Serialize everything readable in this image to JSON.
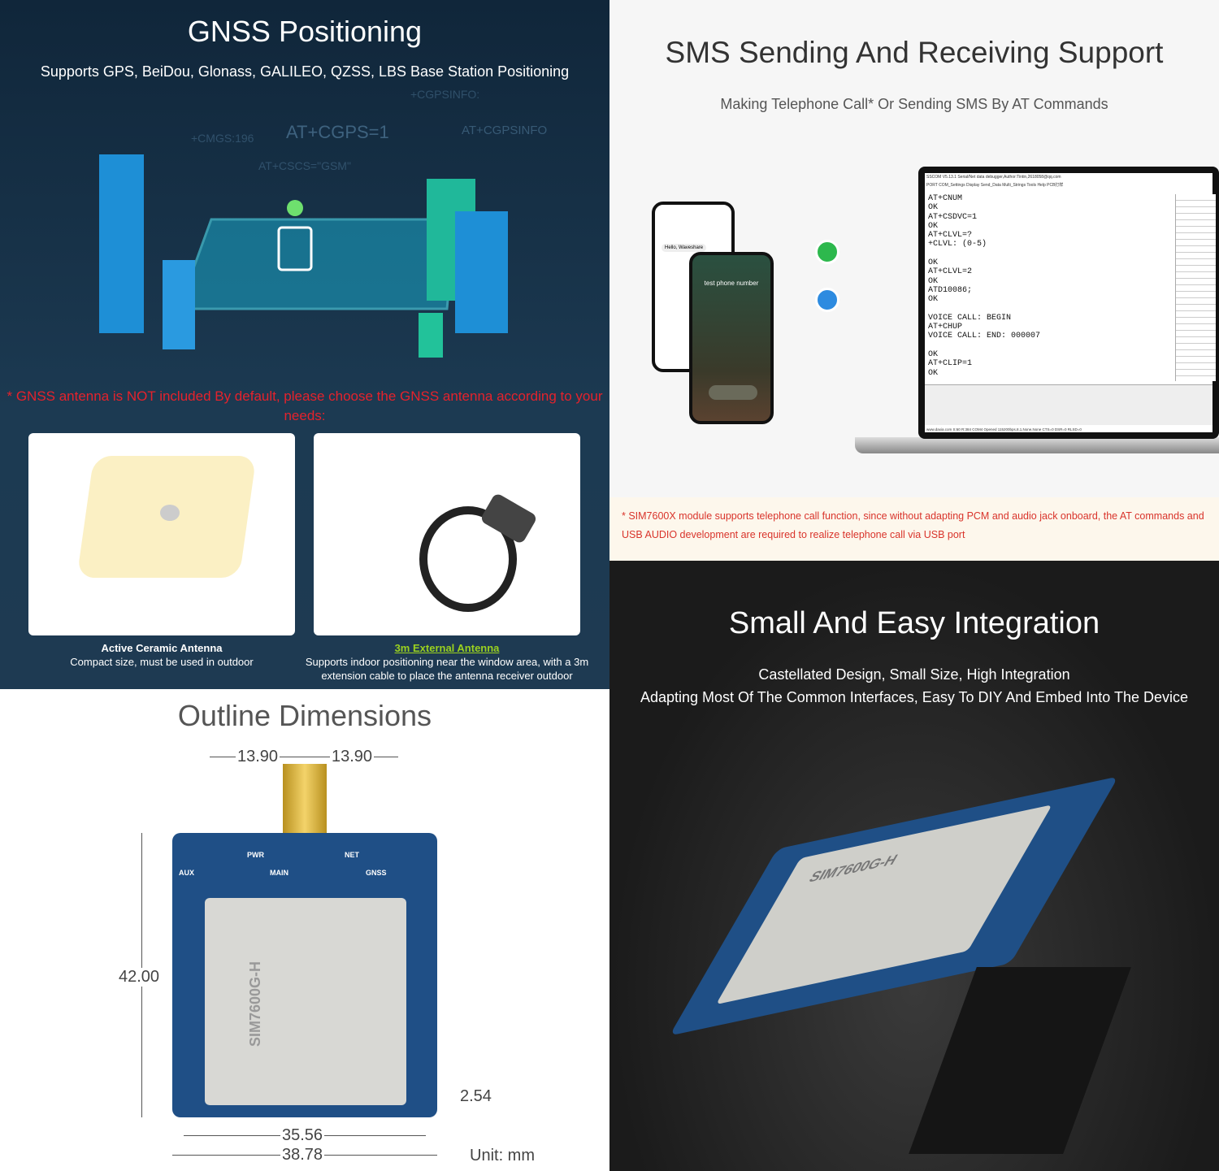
{
  "gnss": {
    "title": "GNSS Positioning",
    "subtitle": "Supports GPS, BeiDou, Glonass, GALILEO, QZSS, LBS Base Station Positioning",
    "bg_commands": [
      "AT+CGPS=1",
      "AT+CGPSINFO",
      "+CMGS:196",
      "AT+CSCS=\"GSM\"",
      "+CGPSINFO:"
    ],
    "warning": "* GNSS antenna is NOT included By default, please choose the GNSS antenna according to your needs:",
    "antennas": [
      {
        "name": "Active Ceramic Antenna",
        "desc": "Compact size, must be used in outdoor"
      },
      {
        "name": "3m External Antenna",
        "desc": "Supports indoor positioning near the window area, with a 3m extension cable to place the antenna receiver outdoor"
      }
    ],
    "accent": "#e5222c",
    "link_color": "#9bd21f"
  },
  "sms": {
    "title": "SMS Sending And Receiving Support",
    "subtitle": "Making Telephone Call* Or Sending SMS By AT Commands",
    "phone_text": "test phone number",
    "message_text": "Hello, Waveshare",
    "terminal_title": "SSCOM V5.13.1 Serial/Net data debugger,Author:Tintin,2618058@qq.com",
    "terminal_menu": "PORT  COM_Settings  Display  Send_Data  Multi_Strings  Tools  Help  PCB打样",
    "terminal_lines": "AT+CNUM\nOK\nAT+CSDVC=1\nOK\nAT+CLVL=?\n+CLVL: (0-5)\n\nOK\nAT+CLVL=2\nOK\nATD10086;\nOK\n\nVOICE CALL: BEGIN\nAT+CHUP\nVOICE CALL: END: 000007\n\nOK\nAT+CLIP=1\nOK",
    "terminal_status": "www.daxia.com  S:60   R:384   COM4 Opened  115200bps,8,1,None,None   CTS=0 DSR=0 RLSD=0",
    "note": "* SIM7600X module supports telephone call function, since without adapting PCM and audio jack onboard, the AT commands and USB AUDIO development are required to realize telephone call via USB port"
  },
  "dims": {
    "title": "Outline Dimensions",
    "top_left": "13.90",
    "top_right": "13.90",
    "height": "42.00",
    "pitch": "2.54",
    "inner_width": "35.56",
    "outer_width": "38.78",
    "unit": "Unit: mm",
    "labels": {
      "aux": "AUX",
      "main": "MAIN",
      "gnss": "GNSS",
      "pwr": "PWR",
      "net": "NET",
      "chip": "SIM7600G-H"
    }
  },
  "integ": {
    "title": "Small And Easy Integration",
    "line1": "Castellated Design, Small Size, High Integration",
    "line2": "Adapting Most Of The Common Interfaces, Easy To DIY And Embed Into The Device",
    "chip": "SIM7600G-H"
  }
}
